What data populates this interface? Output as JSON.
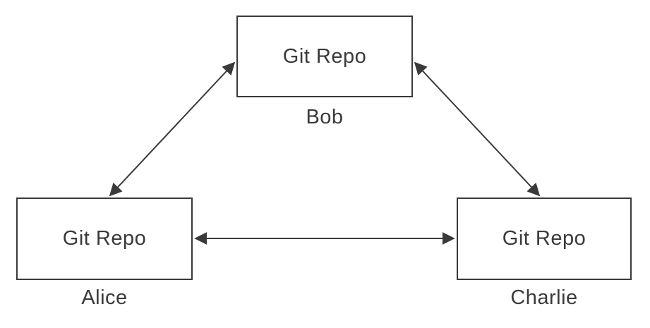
{
  "diagram": {
    "description": "Distributed Git repository topology: three peer repositories syncing with each other",
    "background_color": "#ffffff",
    "line_color": "#3a3a3a",
    "text_color": "#3a3a3a",
    "nodes": [
      {
        "id": "bob",
        "box_label": "Git Repo",
        "owner": "Bob"
      },
      {
        "id": "alice",
        "box_label": "Git Repo",
        "owner": "Alice"
      },
      {
        "id": "charlie",
        "box_label": "Git Repo",
        "owner": "Charlie"
      }
    ],
    "edges": [
      {
        "from": "Bob",
        "to": "Alice",
        "bidirectional": true
      },
      {
        "from": "Bob",
        "to": "Charlie",
        "bidirectional": true
      },
      {
        "from": "Alice",
        "to": "Charlie",
        "bidirectional": true
      }
    ]
  }
}
